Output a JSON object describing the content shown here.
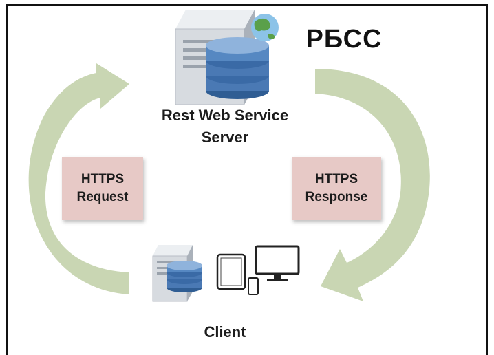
{
  "title": "РБСС",
  "server": {
    "line1": "Rest Web Service",
    "line2": "Server"
  },
  "client": {
    "label": "Client"
  },
  "request": {
    "line1": "HTTPS",
    "line2": "Request"
  },
  "response": {
    "line1": "HTTPS",
    "line2": "Response"
  },
  "colors": {
    "arrow": "#c9d6b3",
    "box": "#e7c9c6",
    "database": "#4a79b4",
    "server_body": "#d7dbe0"
  },
  "icons": [
    "server-icon",
    "database-icon",
    "globe-icon",
    "tablet-icon",
    "phone-icon",
    "monitor-icon"
  ]
}
